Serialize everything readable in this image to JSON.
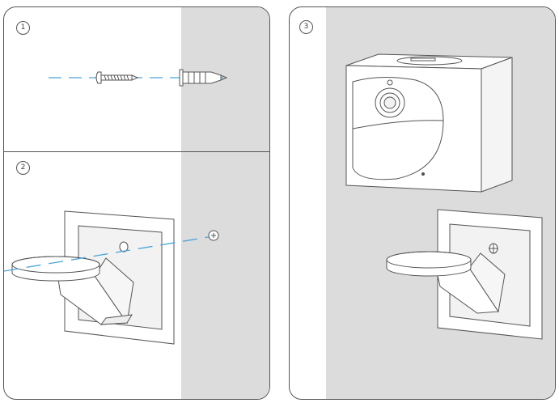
{
  "steps": [
    {
      "number": "1"
    },
    {
      "number": "2"
    },
    {
      "number": "3"
    }
  ],
  "colors": {
    "outline": "#555555",
    "wall": "#dcdcdc",
    "guide_line": "#4aa3d8",
    "panel_bg": "#ffffff"
  },
  "icons": {
    "screw": "screw-icon",
    "wall_anchor": "wall-anchor-icon",
    "mount_bracket": "mount-bracket-icon",
    "camera": "camera-icon"
  }
}
